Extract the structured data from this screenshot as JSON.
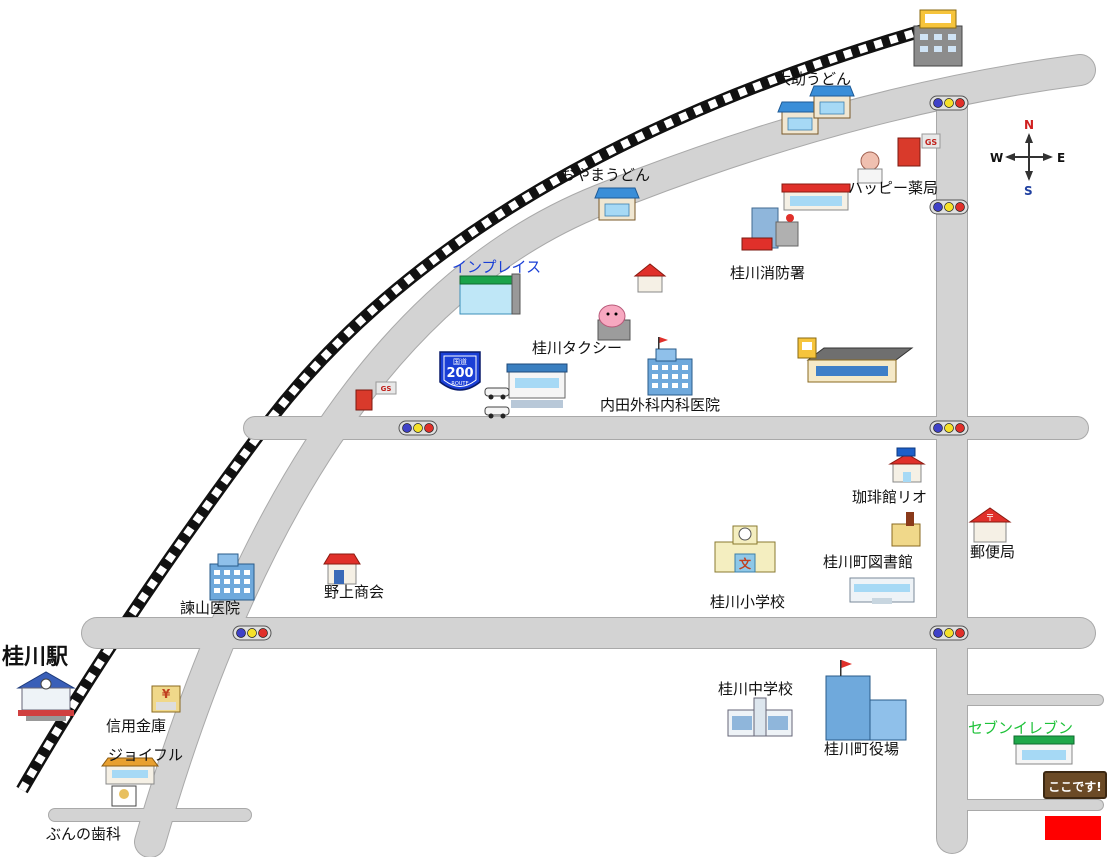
{
  "labels": {
    "katsuragawa_station": "桂川駅",
    "daisuke_udon": "大助うどん",
    "oyama_udon": "おやまうどん",
    "happy_pharmacy": "ハッピー薬局",
    "fire_station": "桂川消防署",
    "inplace": "インプレイス",
    "taxi": "桂川タクシー",
    "uchida_clinic": "内田外科内科医院",
    "coffee_rio": "珈琲館リオ",
    "post_office": "郵便局",
    "library": "桂川町図書館",
    "elementary_school": "桂川小学校",
    "nogami_shokai": "野上商会",
    "kenzan_hospital": "諫山医院",
    "shinyo_kinko": "信用金庫",
    "joyful": "ジョイフル",
    "bun_dental": "ぶんの歯科",
    "junior_high": "桂川中学校",
    "town_office": "桂川町役場",
    "seven_eleven": "セブンイレブン"
  },
  "route_shield": {
    "top": "国道",
    "number": "200",
    "bottom": "ROUTE"
  },
  "gas_station_text": "GS",
  "post_mark": "〒",
  "school_mark": "文",
  "bank_mark": "¥",
  "sign_text": "ここです!",
  "compass": {
    "n": "N",
    "s": "S",
    "e": "E",
    "w": "W"
  },
  "colors": {
    "road": "#d3d3d3",
    "road_edge": "#a9a9a9",
    "rail": "#111111",
    "marker": "#ff0000",
    "label_blue": "#1a3fd6",
    "label_green": "#1fc23a"
  },
  "icons": [
    "traffic-light-icon",
    "building-icon",
    "gas-station-icon",
    "school-icon",
    "post-office-icon",
    "pig-icon",
    "coffee-cup-icon",
    "compass-icon",
    "station-icon",
    "route-shield-icon",
    "bank-icon",
    "car-icon"
  ]
}
